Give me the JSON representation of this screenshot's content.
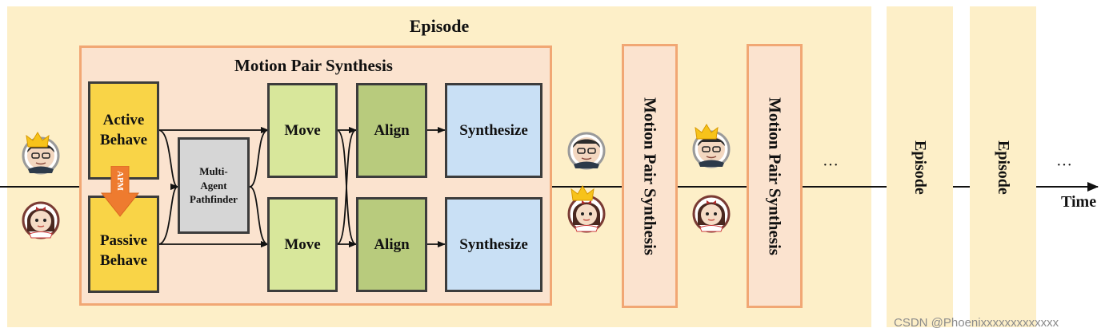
{
  "main_episode_title": "Episode",
  "motion_pair": {
    "title": "Motion Pair Synthesis",
    "active_behave": [
      "Active",
      "Behave"
    ],
    "passive_behave": [
      "Passive",
      "Behave"
    ],
    "apm_label": "APM",
    "pathfinder": [
      "Multi-",
      "Agent",
      "Pathfinder"
    ],
    "move_top": "Move",
    "move_bottom": "Move",
    "align_top": "Align",
    "align_bottom": "Align",
    "synth_top": "Synthesize",
    "synth_bottom": "Synthesize"
  },
  "collapsed_blocks": [
    "Motion Pair Synthesis",
    "Motion Pair Synthesis"
  ],
  "side_episodes": [
    "Episode",
    "Episode"
  ],
  "ellipsis_1": "···",
  "ellipsis_2": "···",
  "time_label": "Time",
  "watermark": "CSDN @Phoenixxxxxxxxxxxxx",
  "colors": {
    "episode_bg": "#fdefc8",
    "mps_bg": "#fbe3cf",
    "mps_border": "#f1a774",
    "behave": "#f9d447",
    "pathfinder": "#d6d6d6",
    "move": "#d8e79b",
    "align": "#b8cb7d",
    "synth": "#c9e0f5",
    "apm_arrow": "#ee7b2f"
  },
  "icons": [
    "male-avatar-icon",
    "female-avatar-icon",
    "crown-icon"
  ]
}
